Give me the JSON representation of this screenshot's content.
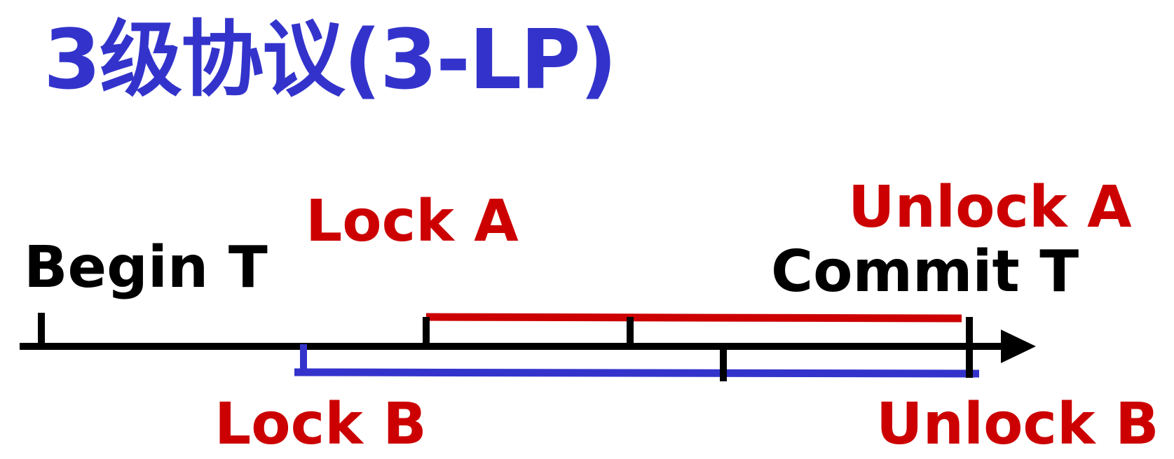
{
  "title": "3级协议(3-LP)",
  "labels": {
    "begin_t": "Begin T",
    "lock_a": "Lock A",
    "unlock_a": "Unlock A",
    "commit_t": "Commit T",
    "lock_b": "Lock B",
    "unlock_b": "Unlock B"
  },
  "colors": {
    "title": "#3333cc",
    "lock_label": "#cc0000",
    "timeline": "#000000",
    "lock_a_span": "#cc0000",
    "lock_b_span": "#3333cc"
  }
}
